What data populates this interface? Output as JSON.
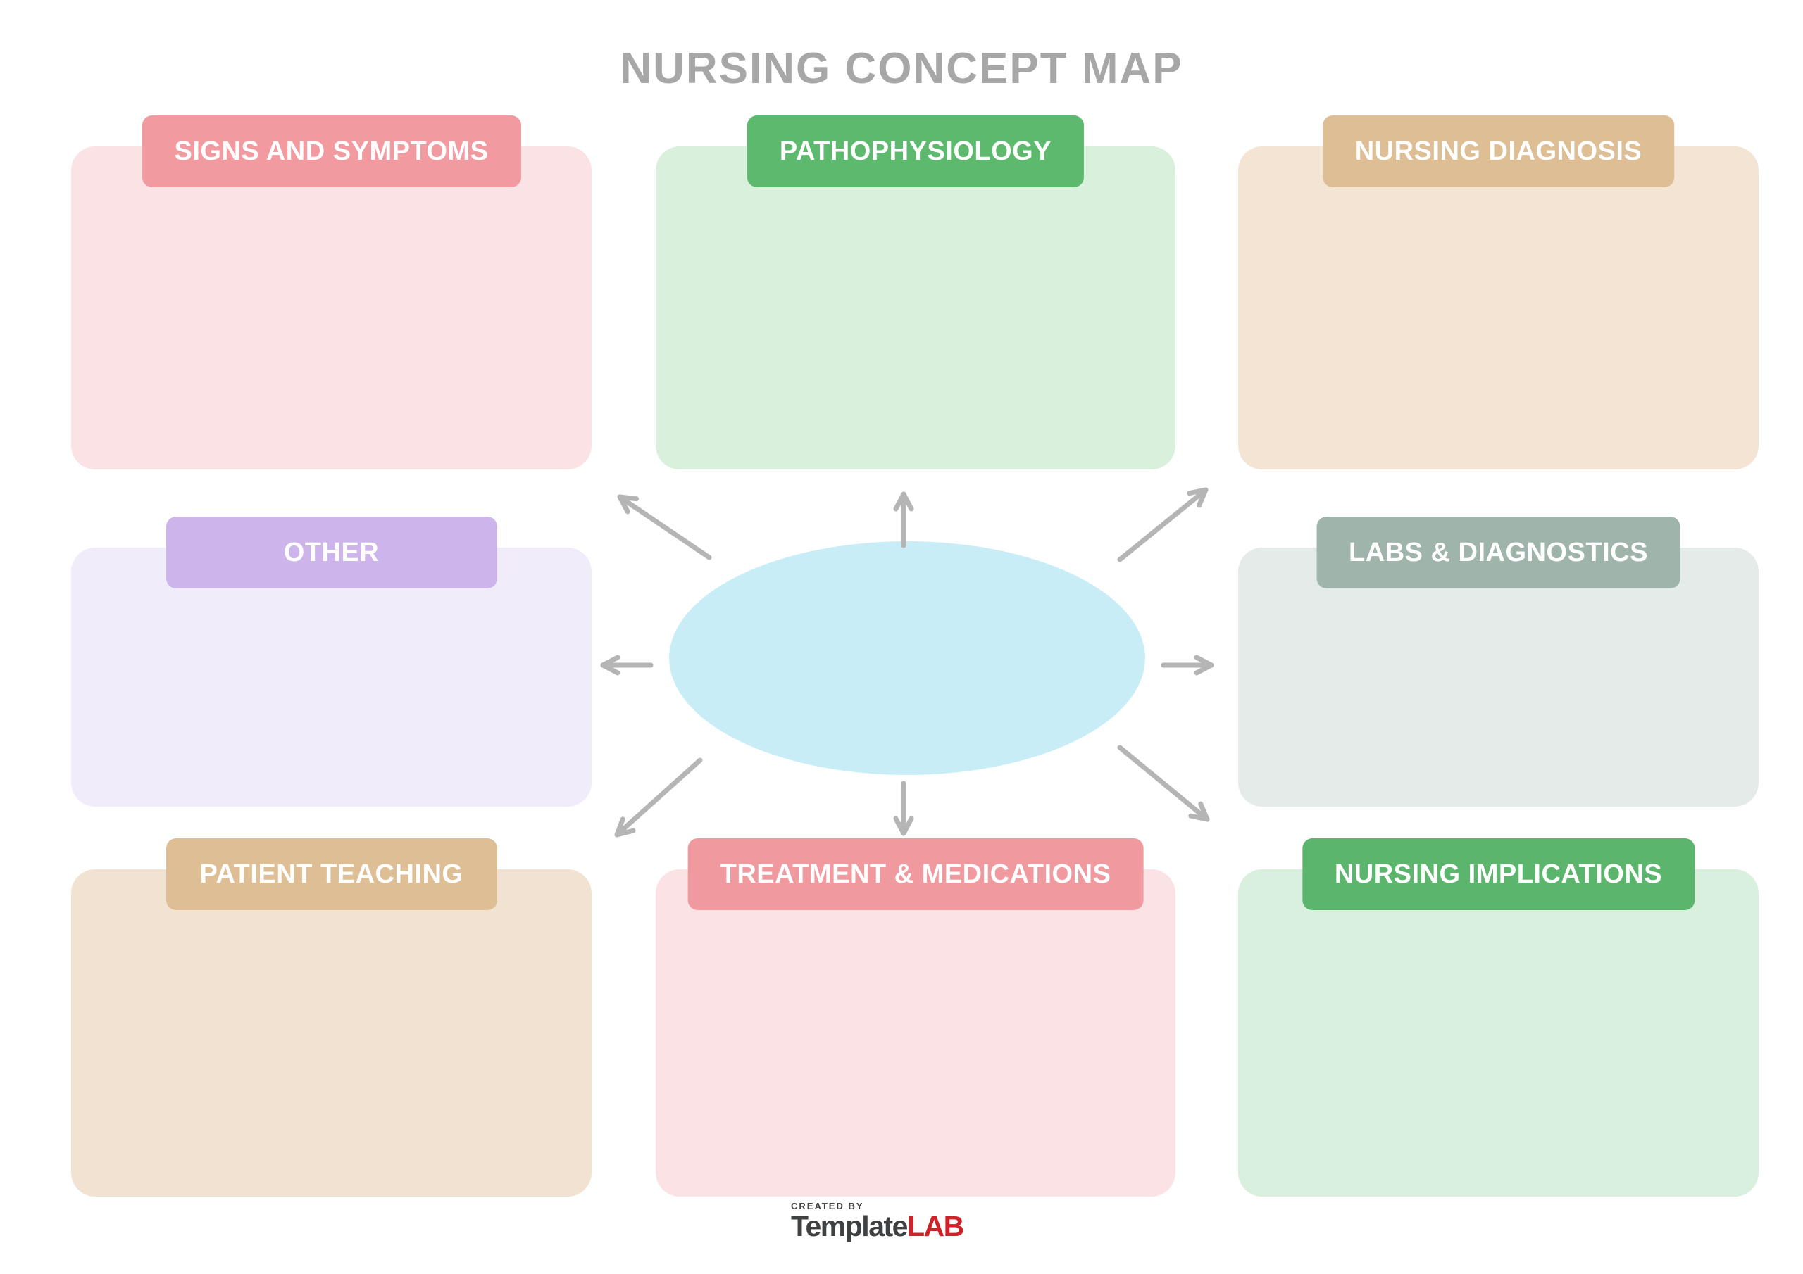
{
  "title": "NURSING CONCEPT MAP",
  "boxes": [
    {
      "id": "signs-and-symptoms",
      "label": "SIGNS AND SYMPTOMS",
      "header_color": "#F19BA0",
      "body_color": "#FBE2E4"
    },
    {
      "id": "pathophysiology",
      "label": "PATHOPHYSIOLOGY",
      "header_color": "#5CB96E",
      "body_color": "#D8F0DC"
    },
    {
      "id": "nursing-diagnosis",
      "label": "NURSING DIAGNOSIS",
      "header_color": "#DDBE95",
      "body_color": "#F3E4D4"
    },
    {
      "id": "other",
      "label": "OTHER",
      "header_color": "#CDB4EB",
      "body_color": "#F1ECFA"
    },
    {
      "id": "labs-and-diagnostics",
      "label": "LABS & DIAGNOSTICS",
      "header_color": "#9FB5AC",
      "body_color": "#E5EBE8"
    },
    {
      "id": "patient-teaching",
      "label": "PATIENT TEACHING",
      "header_color": "#DDBE95",
      "body_color": "#F1E2D2"
    },
    {
      "id": "treatment-and-medications",
      "label": "TREATMENT & MEDICATIONS",
      "header_color": "#F09AA0",
      "body_color": "#FBE3E5"
    },
    {
      "id": "nursing-implications",
      "label": "NURSING IMPLICATIONS",
      "header_color": "#5CB56D",
      "body_color": "#D9F0DE"
    }
  ],
  "center": {
    "fill": "#C9EDF6"
  },
  "colors": {
    "background": "#FFFFFF",
    "title_text": "#A7A7A7",
    "header_text": "#FFFFFF",
    "arrow": "#B5B5B5"
  },
  "footer": {
    "created_by": "CREATED BY",
    "brand_primary": "Template",
    "brand_accent": "LAB",
    "brand_primary_color": "#3F4041",
    "brand_accent_color": "#CE2128"
  }
}
